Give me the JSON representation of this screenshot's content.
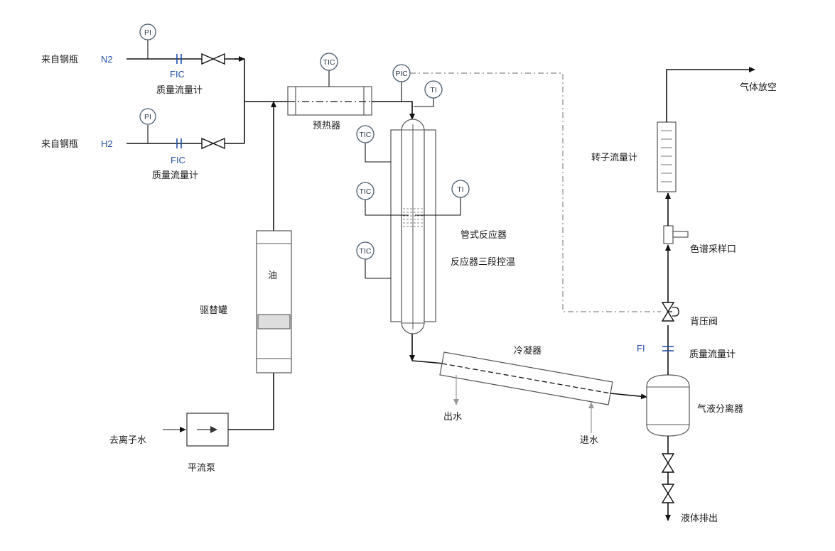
{
  "colors": {
    "line": "#111111",
    "label_blue": "#1f4fa8",
    "equipment_gray": "#555555",
    "piston_fill": "#dddddd",
    "signal_line": "#888888"
  },
  "labels": {
    "n2_source": "来自钢瓶",
    "n2_gas": "N2",
    "h2_source": "来自钢瓶",
    "h2_gas": "H2",
    "fic1_tag": "FIC",
    "fic1_name": "质量流量计",
    "fic2_tag": "FIC",
    "fic2_name": "质量流量计",
    "preheater": "预热器",
    "displacement_tank": "驱替罐",
    "oil": "油",
    "pump": "平流泵",
    "deionized_water": "去离子水",
    "tube_reactor": "管式反应器",
    "reactor_temp_control": "反应器三段控温",
    "condenser": "冷凝器",
    "water_out": "出水",
    "water_in": "进水",
    "gas_liquid_separator": "气液分离器",
    "liquid_drain": "液体排出",
    "back_pressure_valve": "背压阀",
    "fi_tag": "FI",
    "fi_name": "质量流量计",
    "gc_sampling_port": "色谱采样口",
    "rotameter": "转子流量计",
    "gas_vent": "气体放空"
  },
  "instruments": {
    "pi1": "PI",
    "pi2": "PI",
    "tic_preheater": "TIC",
    "pic": "PIC",
    "ti_top": "TI",
    "tic_r1": "TIC",
    "tic_r2": "TIC",
    "ti_mid": "TI",
    "tic_r3": "TIC"
  }
}
